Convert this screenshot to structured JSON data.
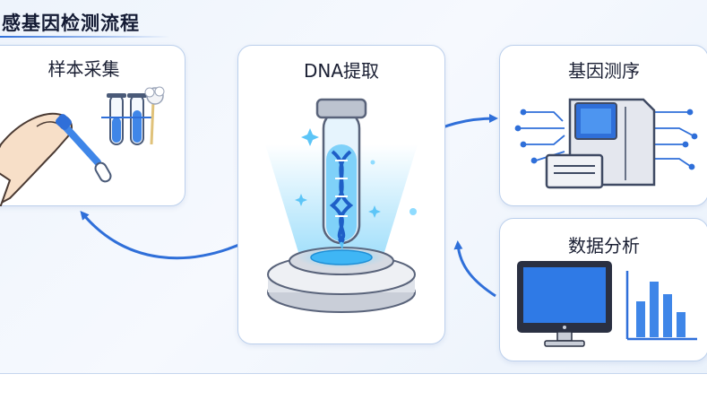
{
  "title": "感基因检测流程",
  "steps": {
    "sample": "样本采集",
    "dna": "DNA提取",
    "sequencing": "基因测序",
    "analysis": "数据分析"
  },
  "colors": {
    "accent": "#2f6fd9",
    "title": "#141b34",
    "card_border": "#bcd0ec",
    "glow": "#4fc3f7"
  }
}
